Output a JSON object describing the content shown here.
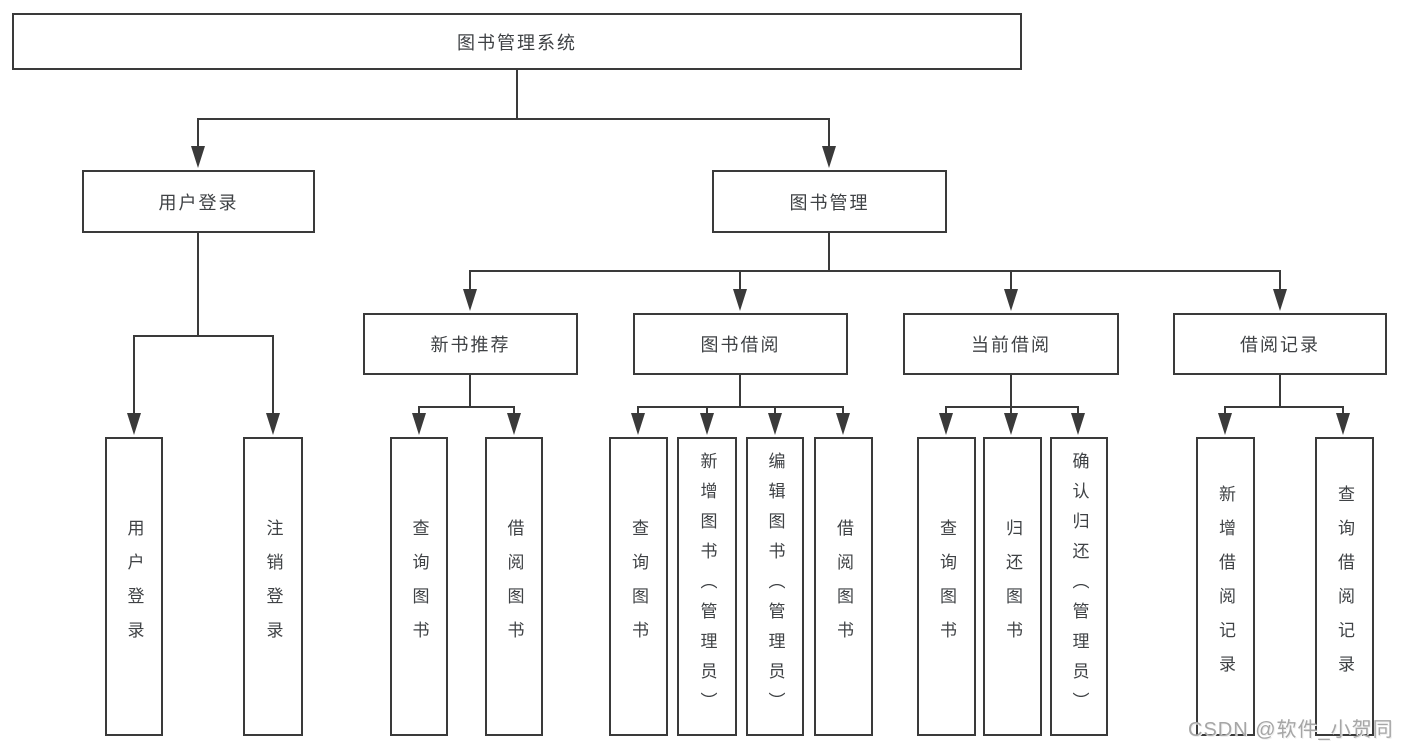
{
  "diagram": {
    "nodes": {
      "root": "图书管理系统",
      "user_login": "用户登录",
      "book_mgmt": "图书管理",
      "new_book_rec": "新书推荐",
      "book_borrow": "图书借阅",
      "current_borrow": "当前借阅",
      "borrow_record": "借阅记录"
    },
    "leaves": [
      {
        "label": "用户登录"
      },
      {
        "label": "注销登录"
      },
      {
        "label": "查询图书"
      },
      {
        "label": "借阅图书"
      },
      {
        "label": "查询图书"
      },
      {
        "label": "新增图书（管理员）"
      },
      {
        "label": "编辑图书（管理员）"
      },
      {
        "label": "借阅图书"
      },
      {
        "label": "查询图书"
      },
      {
        "label": "归还图书"
      },
      {
        "label": "确认归还（管理员）"
      },
      {
        "label": "新增借阅记录"
      },
      {
        "label": "查询借阅记录"
      }
    ],
    "line_color": "#3a3a3a",
    "text_color": "#3f4245"
  },
  "watermark": {
    "text": "CSDN @软件_小贺同学",
    "color": "#a6a6a6"
  }
}
